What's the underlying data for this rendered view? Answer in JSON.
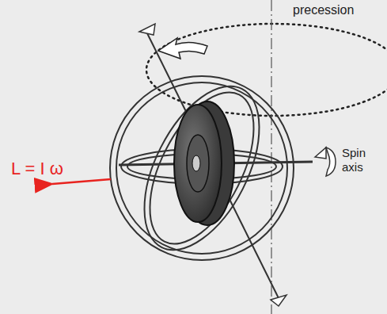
{
  "diagram": {
    "labels": [
      "precession",
      "L = I ω",
      "Spin axis"
    ]
  }
}
